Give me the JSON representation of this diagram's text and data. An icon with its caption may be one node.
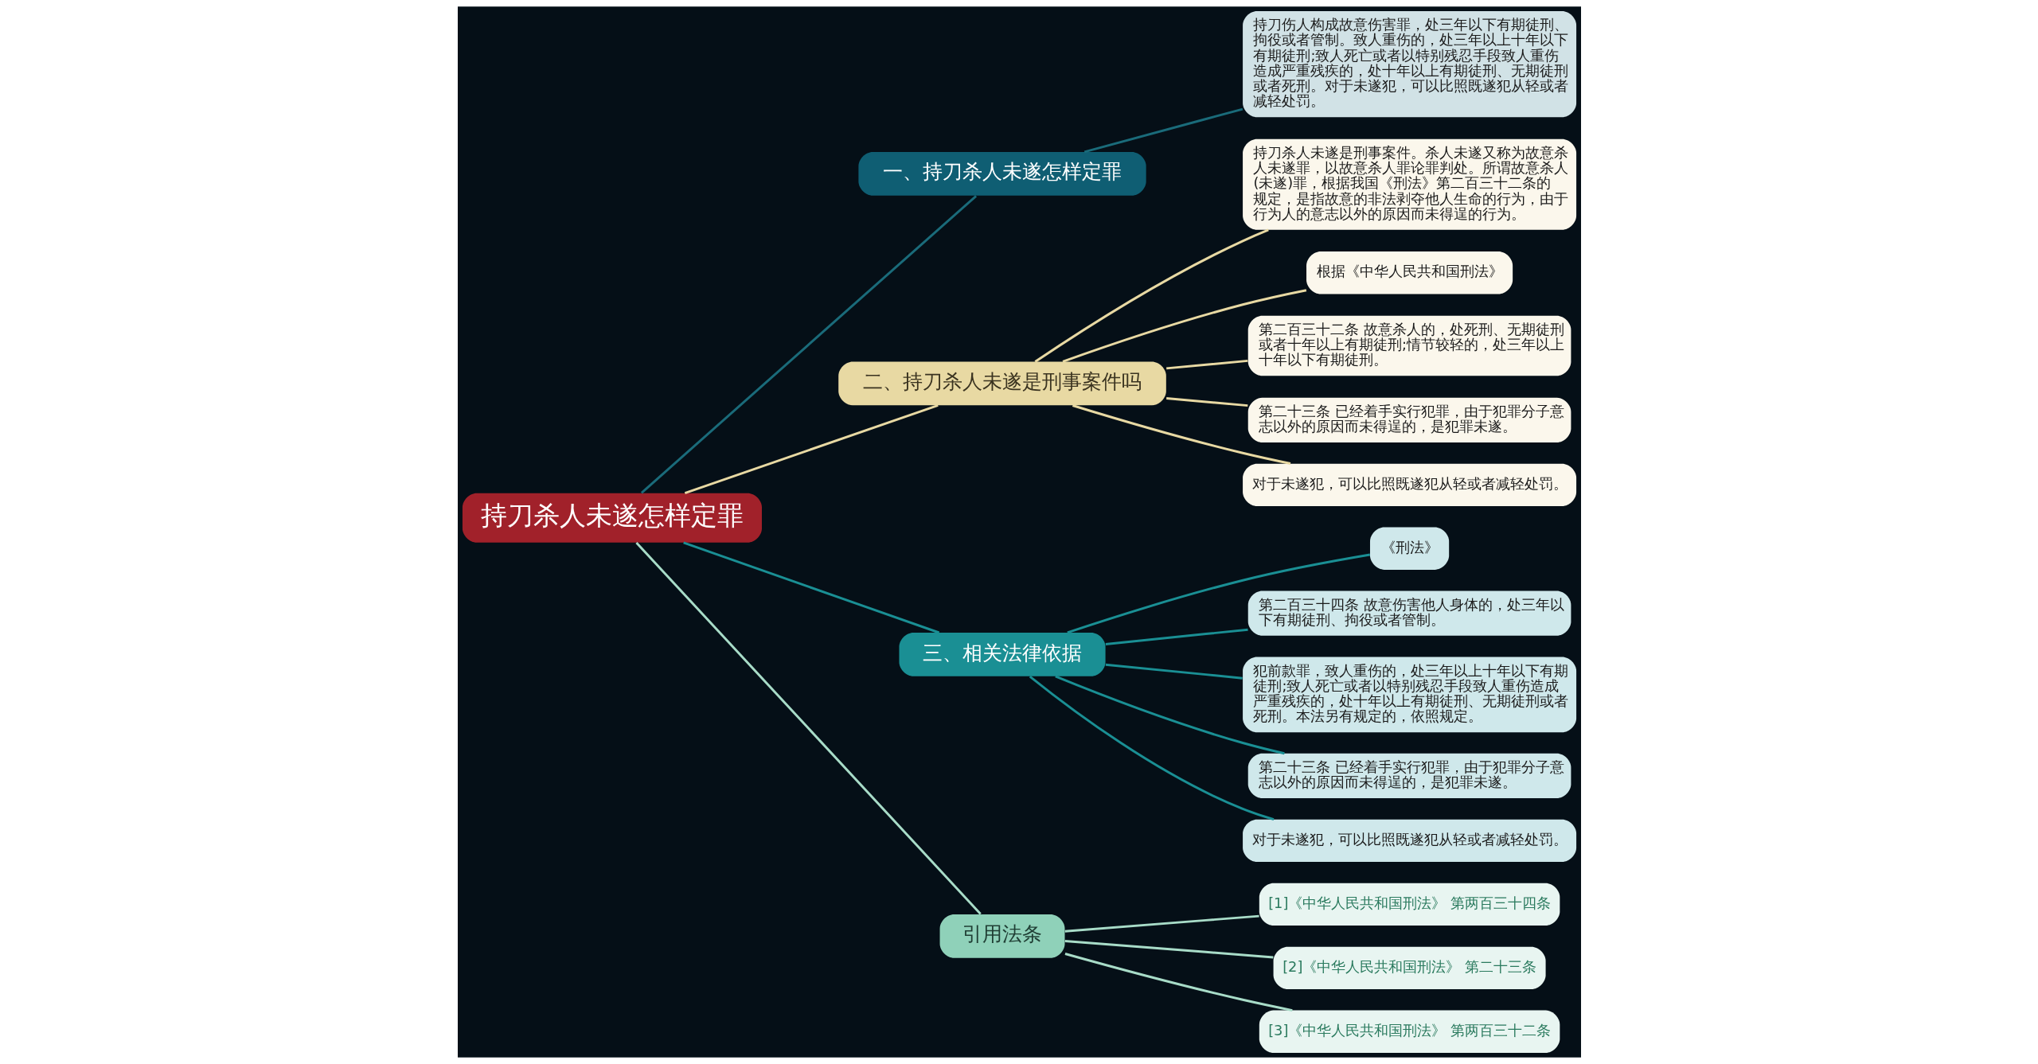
{
  "diagram": {
    "nodes": [
      {
        "text": [
          "持刀杀人未遂怎样定罪"
        ]
      },
      {
        "text": [
          "一、持刀杀人未遂怎样定罪"
        ]
      },
      {
        "text": [
          "持刀伤人构成故意伤害罪，处三年以下有期徒刑、拘役或者管制。致人重伤的，处三年以上十年以下有期徒刑;致人死亡或者以特别残忍手段致人重伤造成严重残疾的，处十年以上有期徒刑、无期徒刑或者死刑。对于未遂犯，可以比照既遂犯从轻或者减轻处罚。"
        ]
      },
      {
        "text": [
          "二、持刀杀人未遂是刑事案件吗"
        ]
      },
      {
        "text": [
          "持刀杀人未遂是刑事案件。杀人未遂又称为故意杀人未遂罪，以故意杀人罪论罪判处。所谓故意杀人(未遂)罪，根据我国《刑法》第二百三十二条的规定，是指故意的非法剥夺他人生命的行为，由于行为人的意志以外的原因而未得逞的行为。"
        ]
      },
      {
        "text": [
          "根据《中华人民共和国刑法》"
        ]
      },
      {
        "text": [
          "第二百三十二条 故意杀人的，处死刑、无期徒刑或者十年以上有期徒刑;情节较轻的，处三年以上十年以下有期徒刑。"
        ]
      },
      {
        "text": [
          "第二十三条 已经着手实行犯罪，由于犯罪分子意志以外的原因而未得逞的，是犯罪未遂。"
        ]
      },
      {
        "text": [
          "对于未遂犯，可以比照既遂犯从轻或者减轻处罚。"
        ]
      },
      {
        "text": [
          "三、相关法律依据"
        ]
      },
      {
        "text": [
          "《刑法》"
        ]
      },
      {
        "text": [
          "第二百三十四条 故意伤害他人身体的，处三年以下有期徒刑、拘役或者管制。"
        ]
      },
      {
        "text": [
          "犯前款罪，致人重伤的，处三年以上十年以下有期徒刑;致人死亡或者以特别残忍手段致人重伤造成严重残疾的，处十年以上有期徒刑、无期徒刑或者死刑。本法另有规定的，依照规定。"
        ]
      },
      {
        "text": [
          "第二十三条 已经着手实行犯罪，由于犯罪分子意志以外的原因而未得逞的，是犯罪未遂。"
        ]
      },
      {
        "text": [
          "对于未遂犯，可以比照既遂犯从轻或者减轻处罚。"
        ]
      },
      {
        "text": [
          "引用法条"
        ]
      },
      {
        "text": [
          "[1]《中华人民共和国刑法》 第两百三十四条"
        ]
      },
      {
        "text": [
          "[2]《中华人民共和国刑法》 第二十三条"
        ]
      },
      {
        "text": [
          "[3]《中华人民共和国刑法》 第两百三十二条"
        ]
      }
    ],
    "edges": [
      {
        "from": 0,
        "to": 1,
        "arrow": "none",
        "color": "#1a6b7a"
      },
      {
        "from": 1,
        "to": 2,
        "arrow": "none",
        "color": "#1a6b7a"
      },
      {
        "from": 0,
        "to": 3,
        "arrow": "none",
        "color": "#e8d9a3"
      },
      {
        "from": 3,
        "to": 4,
        "arrow": "none",
        "color": "#e8d9a3"
      },
      {
        "from": 3,
        "to": 5,
        "arrow": "none",
        "color": "#e8d9a3"
      },
      {
        "from": 3,
        "to": 6,
        "arrow": "none",
        "color": "#e8d9a3"
      },
      {
        "from": 3,
        "to": 7,
        "arrow": "none",
        "color": "#e8d9a3"
      },
      {
        "from": 3,
        "to": 8,
        "arrow": "none",
        "color": "#e8d9a3"
      },
      {
        "from": 0,
        "to": 9,
        "arrow": "none",
        "color": "#1a8f94"
      },
      {
        "from": 9,
        "to": 10,
        "arrow": "none",
        "color": "#1a8f94"
      },
      {
        "from": 9,
        "to": 11,
        "arrow": "none",
        "color": "#1a8f94"
      },
      {
        "from": 9,
        "to": 12,
        "arrow": "none",
        "color": "#1a8f94"
      },
      {
        "from": 9,
        "to": 13,
        "arrow": "none",
        "color": "#1a8f94"
      },
      {
        "from": 9,
        "to": 14,
        "arrow": "none",
        "color": "#1a8f94"
      },
      {
        "from": 0,
        "to": 15,
        "arrow": "none",
        "color": "#a8dcc8"
      },
      {
        "from": 15,
        "to": 16,
        "arrow": "none",
        "color": "#a8dcc8"
      },
      {
        "from": 15,
        "to": 17,
        "arrow": "none",
        "color": "#a8dcc8"
      },
      {
        "from": 15,
        "to": 18,
        "arrow": "none",
        "color": "#a8dcc8"
      }
    ]
  }
}
